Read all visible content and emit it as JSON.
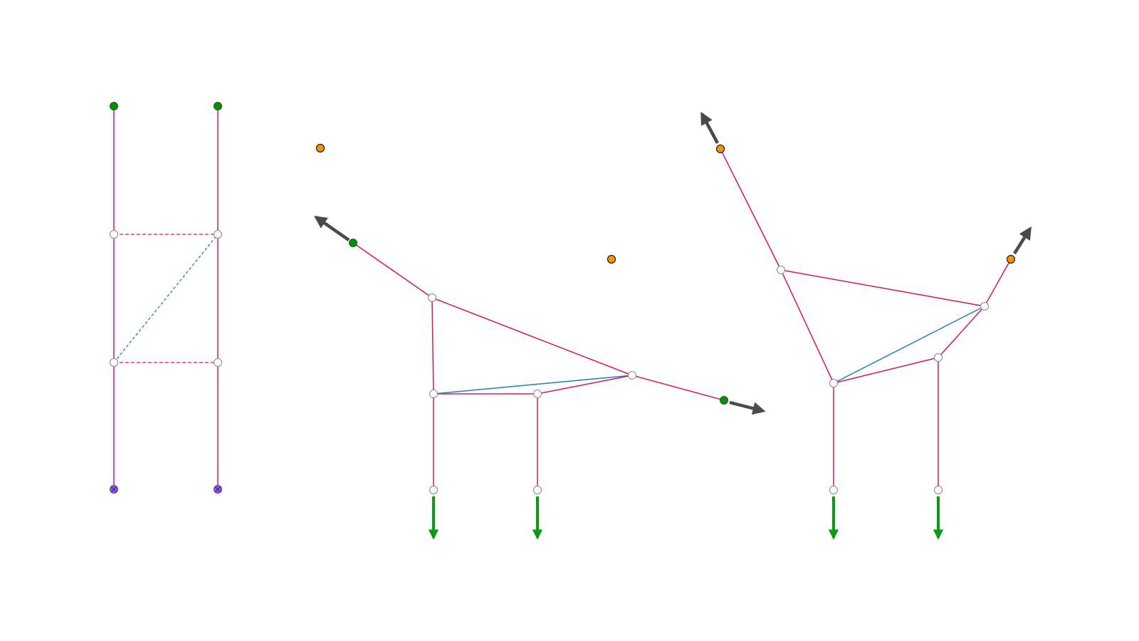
{
  "diagram": {
    "panels": [
      "unfolded-ladder",
      "partially-folded-linkage",
      "folded-linkage"
    ],
    "colors": {
      "background": "#ffffff",
      "crease": "#e0105a",
      "diagonal": "#1a7fc0",
      "node_fill": "#ffffff",
      "node_stroke": "#888888",
      "anchor_green": "#0a8a12",
      "anchor_orange": "#f4930b",
      "fixed_purple": "#8a5ae8",
      "force_arrow": "#4a4a4a",
      "load_arrow": "#0b9a14"
    },
    "legend": "none",
    "labels": "none"
  }
}
